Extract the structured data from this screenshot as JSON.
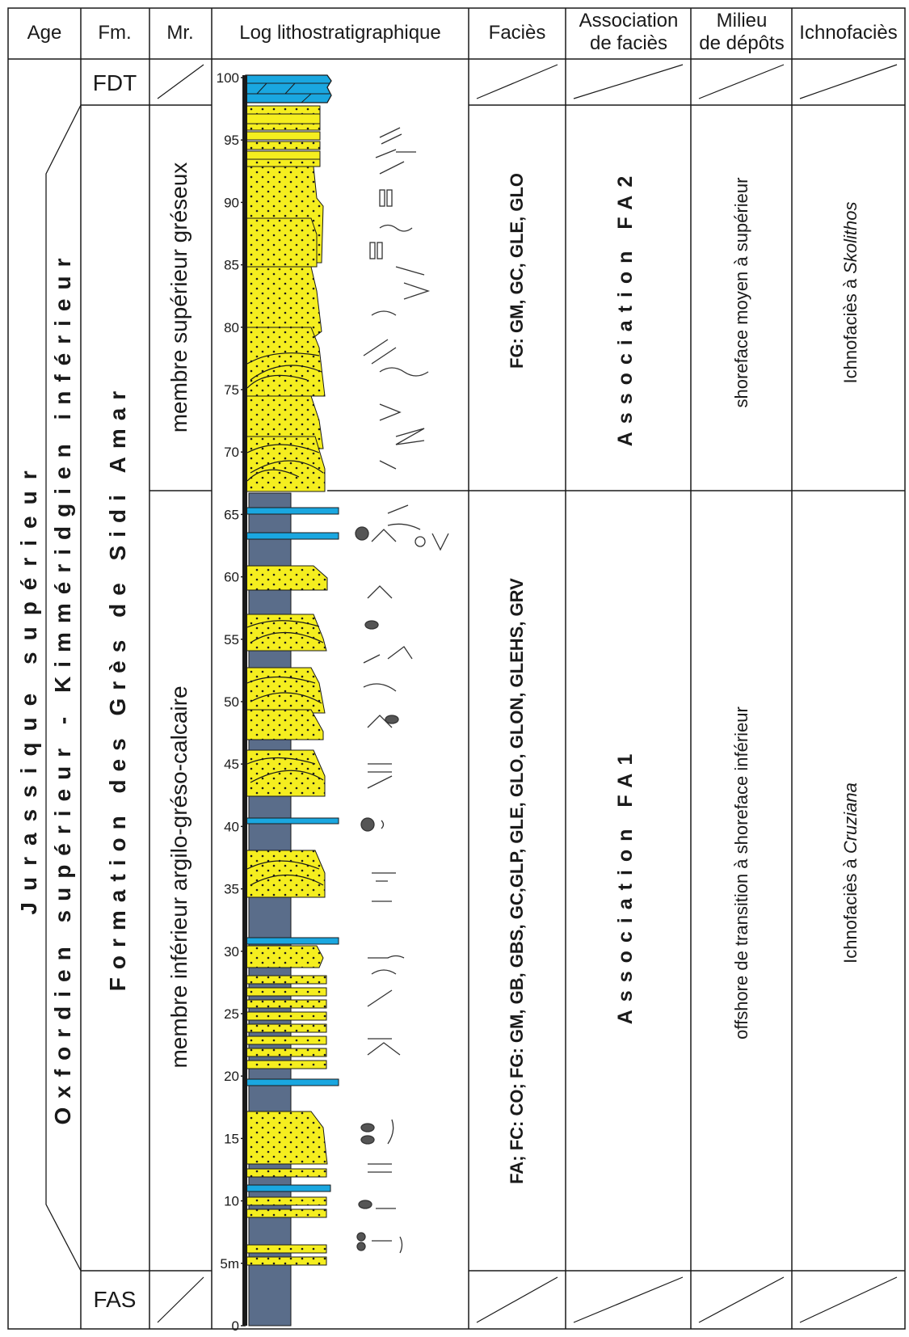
{
  "headers": {
    "age": "Age",
    "fm": "Fm.",
    "mr": "Mr.",
    "log": "Log lithostratigraphique",
    "facies": "Faciès",
    "association_l1": "Association",
    "association_l2": "de faciès",
    "milieu_l1": "Milieu",
    "milieu_l2": "de dépôts",
    "ichno": "Ichnofaciès"
  },
  "age": {
    "line1": "Jurassique supérieur",
    "line2": "Oxfordien supérieur - Kimméridgien inférieur"
  },
  "formations": {
    "top": "FDT",
    "main": "Formation des Grès de Sidi Amar",
    "bottom": "FAS"
  },
  "members": {
    "upper": "membre supérieur gréseux",
    "lower": "membre inférieur argilo-gréso-calcaire"
  },
  "depth_ticks": [
    {
      "value": 100,
      "label": "100"
    },
    {
      "value": 95,
      "label": "95"
    },
    {
      "value": 90,
      "label": "90"
    },
    {
      "value": 85,
      "label": "85"
    },
    {
      "value": 80,
      "label": "80"
    },
    {
      "value": 75,
      "label": "75"
    },
    {
      "value": 70,
      "label": "70"
    },
    {
      "value": 65,
      "label": "65"
    },
    {
      "value": 60,
      "label": "60"
    },
    {
      "value": 55,
      "label": "55"
    },
    {
      "value": 50,
      "label": "50"
    },
    {
      "value": 45,
      "label": "45"
    },
    {
      "value": 40,
      "label": "40"
    },
    {
      "value": 35,
      "label": "35"
    },
    {
      "value": 30,
      "label": "30"
    },
    {
      "value": 25,
      "label": "25"
    },
    {
      "value": 20,
      "label": "20"
    },
    {
      "value": 15,
      "label": "15"
    },
    {
      "value": 10,
      "label": "10"
    },
    {
      "value": 5,
      "label": "5m"
    },
    {
      "value": 0,
      "label": "0"
    }
  ],
  "facies": {
    "upper": "FG: GM, GC, GLE, GLO",
    "lower": "FA; FC: CO; FG: GM, GB, GBS, GC,GLP, GLE, GLO, GLON, GLEHS, GRV"
  },
  "association": {
    "upper": "Association FA2",
    "lower": "Association FA1"
  },
  "milieu": {
    "upper": "shoreface moyen à supérieur",
    "lower": "offshore de transition à shoreface inférieur"
  },
  "ichno": {
    "upper_prefix": "Ichnofaciès à ",
    "upper_taxon": "Skolithos",
    "lower_prefix": "Ichnofaciès à ",
    "lower_taxon": "Cruziana"
  },
  "colors": {
    "sandstone": "#f5ee1f",
    "shale": "#5a6d8a",
    "limestone": "#1aa7e0",
    "line": "#1a1a1a"
  }
}
